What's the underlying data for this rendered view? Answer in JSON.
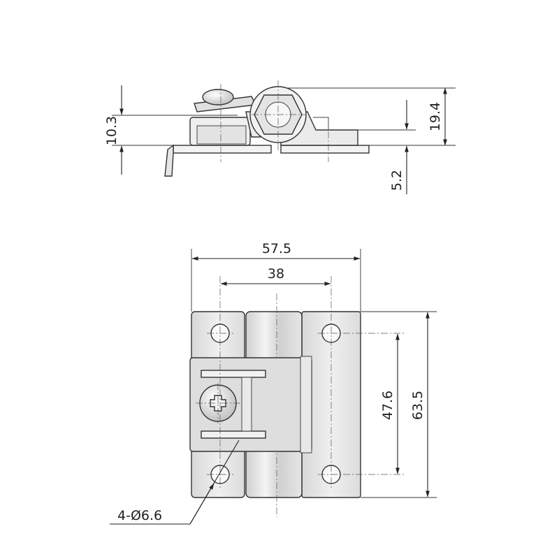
{
  "drawing": {
    "side_view": {
      "dimensions": {
        "height_left": "10.3",
        "height_right": "19.4",
        "offset_right": "5.2"
      }
    },
    "front_view": {
      "dimensions": {
        "overall_width": "57.5",
        "hole_spacing_horizontal": "38",
        "hole_spacing_vertical": "47.6",
        "overall_height": "63.5"
      },
      "hole_callout": "4-Ø6.6"
    },
    "colors": {
      "line": "#222222",
      "metal_light": "#ededed",
      "metal_mid": "#d6d6d6",
      "metal_dark": "#b8b8b8"
    }
  }
}
